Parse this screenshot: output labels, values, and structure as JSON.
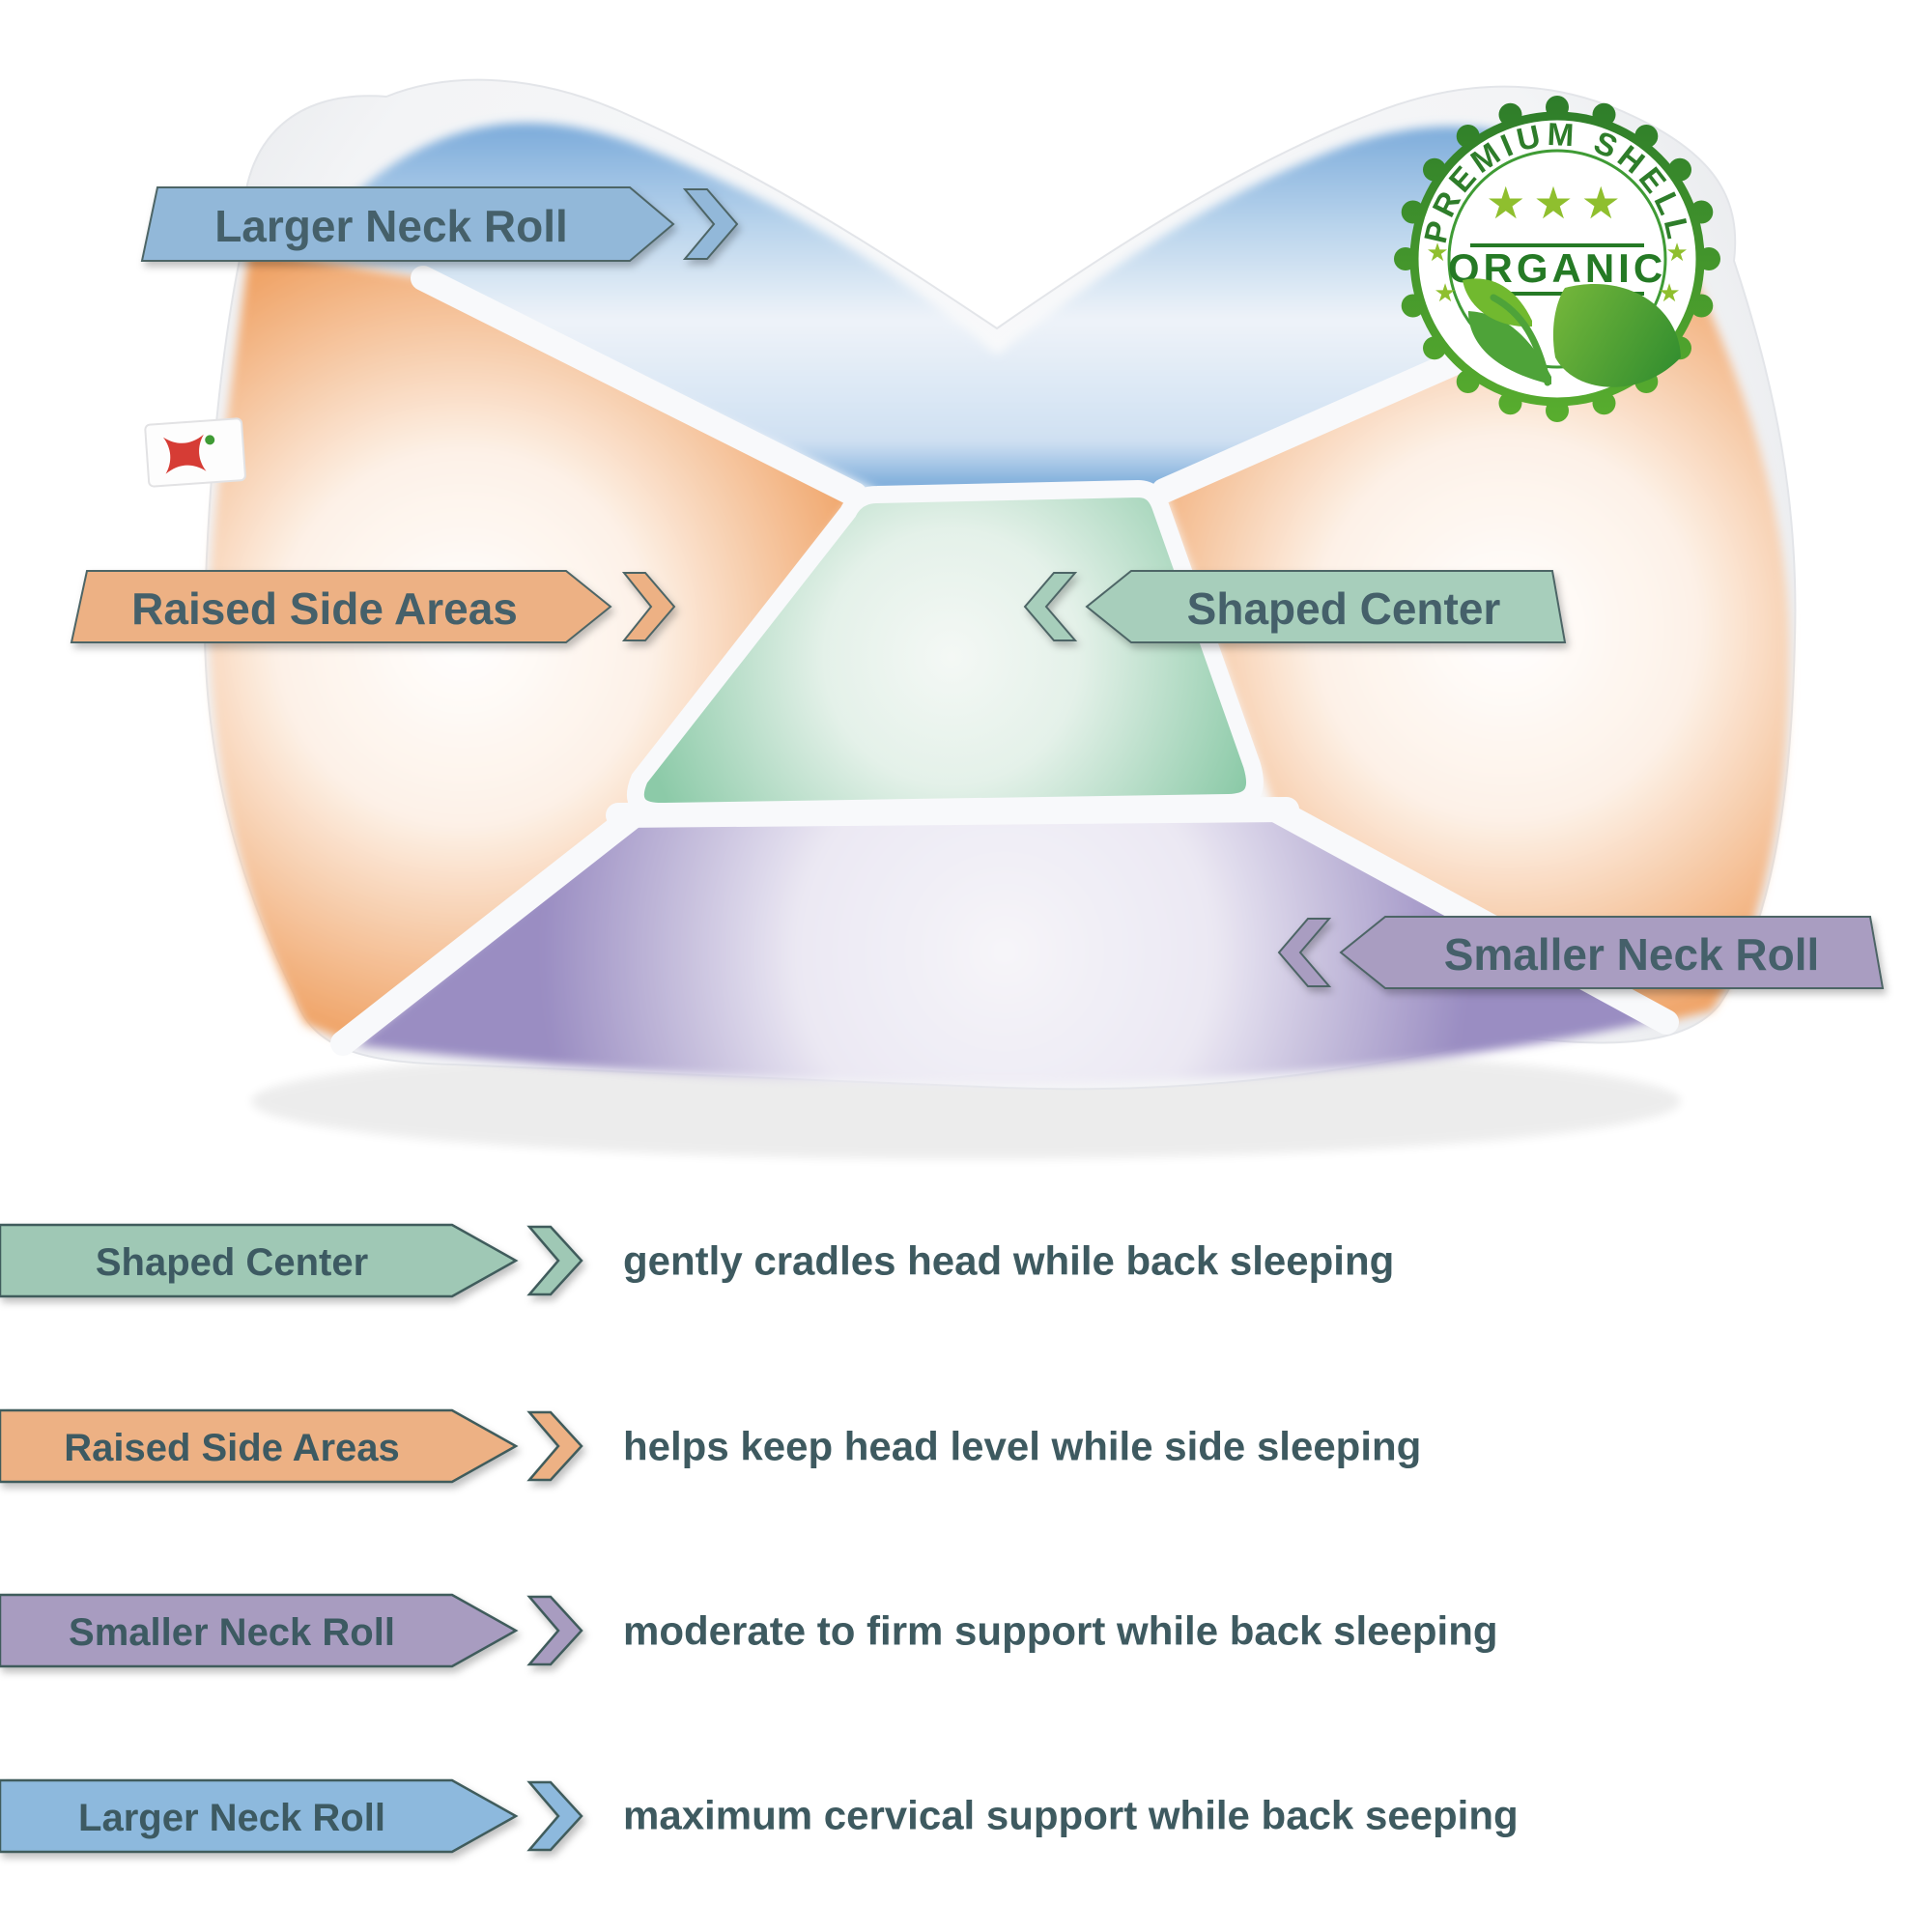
{
  "pillow_callouts": [
    {
      "label": "Larger Neck Roll",
      "color": "#92b8d9",
      "direction": "right"
    },
    {
      "label": "Raised Side Areas",
      "color": "#edb184",
      "direction": "right"
    },
    {
      "label": "Shaped Center",
      "color": "#a7cebb",
      "direction": "left"
    },
    {
      "label": "Smaller Neck Roll",
      "color": "#a99dc1",
      "direction": "left"
    }
  ],
  "badge": {
    "arc_text": "PREMIUM SHELL",
    "center_text": "ORGANIC",
    "stars": "★★★",
    "small_star": "★",
    "ring_dark": "#2e7d2a",
    "ring_light": "#58ad2e",
    "star_color": "#8fbf2e",
    "text_color": "#257a25"
  },
  "legend": {
    "rows": [
      {
        "label": "Shaped Center",
        "description": "gently cradles head while back sleeping",
        "color": "#9fc8b5"
      },
      {
        "label": "Raised Side Areas",
        "description": "helps keep head level while side sleeping",
        "color": "#edb184"
      },
      {
        "label": "Smaller Neck Roll",
        "description": "moderate to firm support while back sleeping",
        "color": "#a89cc0"
      },
      {
        "label": "Larger Neck Roll",
        "description": "maximum cervical support while back seeping",
        "color": "#8db9dd"
      }
    ]
  },
  "colors": {
    "zone_blue": "#5f9ad2",
    "zone_orange": "#f0a468",
    "zone_green": "#8ccaa8",
    "zone_purple": "#9a8dc2",
    "banner_outline": "#4e6566",
    "label_text": "#44616a",
    "legend_text": "#3e5a60",
    "tag_bg": "#ffffff",
    "tag_logo": "#d63c35"
  }
}
